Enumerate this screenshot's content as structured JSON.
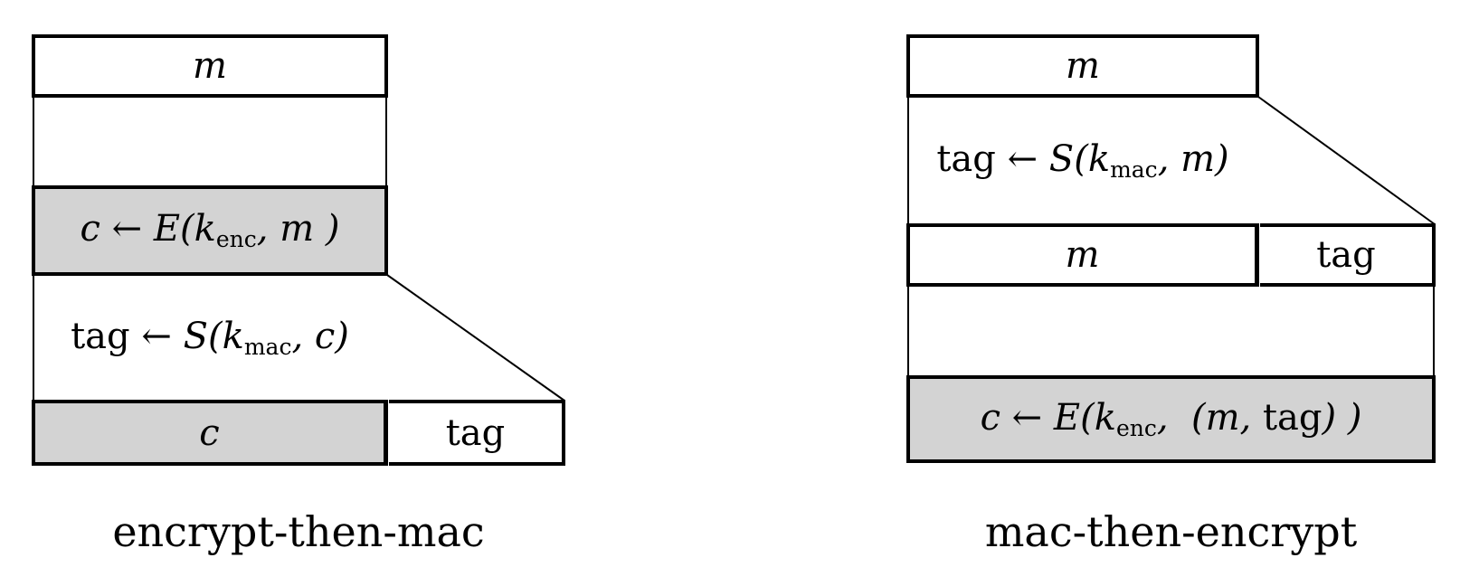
{
  "figure": {
    "left": {
      "message_box": "m",
      "encrypt_formula": {
        "pre": "c ← E(k",
        "sub": "enc",
        "tail": ", m )"
      },
      "mac_formula": {
        "word": "tag",
        "mid": " ← S(k",
        "sub": "mac",
        "tail": ", c)"
      },
      "output_cipher": "c",
      "output_tag": "tag",
      "caption": "encrypt-then-mac"
    },
    "right": {
      "message_box": "m",
      "mac_formula": {
        "word": "tag",
        "mid": " ← S(k",
        "sub": "mac",
        "tail": ", m)"
      },
      "payload_message": "m",
      "payload_tag": "tag",
      "encrypt_formula": {
        "pre": "c ← E(k",
        "sub": "enc",
        "mid": ",  (m, ",
        "word": "tag",
        "tail": ") )"
      },
      "caption": "mac-then-encrypt"
    },
    "colors": {
      "shaded_fill": "#d3d3d3",
      "line": "#000000",
      "background": "#ffffff"
    }
  }
}
